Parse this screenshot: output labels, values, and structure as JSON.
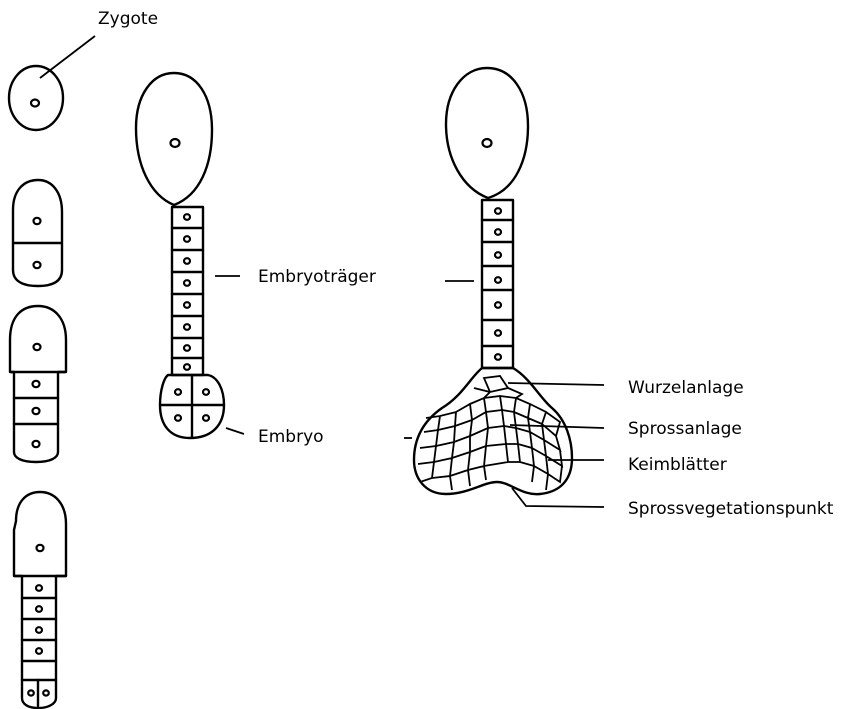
{
  "labels": {
    "zygote": "Zygote",
    "suspensor_stage3": "Embryoträger",
    "embryo_stage3": "Embryo",
    "root_primordium": "Wurzelanlage",
    "shoot_primordium": "Sprossanlage",
    "cotyledons": "Keimblätter",
    "shoot_apex": "Sprossvegetationspunkt"
  }
}
